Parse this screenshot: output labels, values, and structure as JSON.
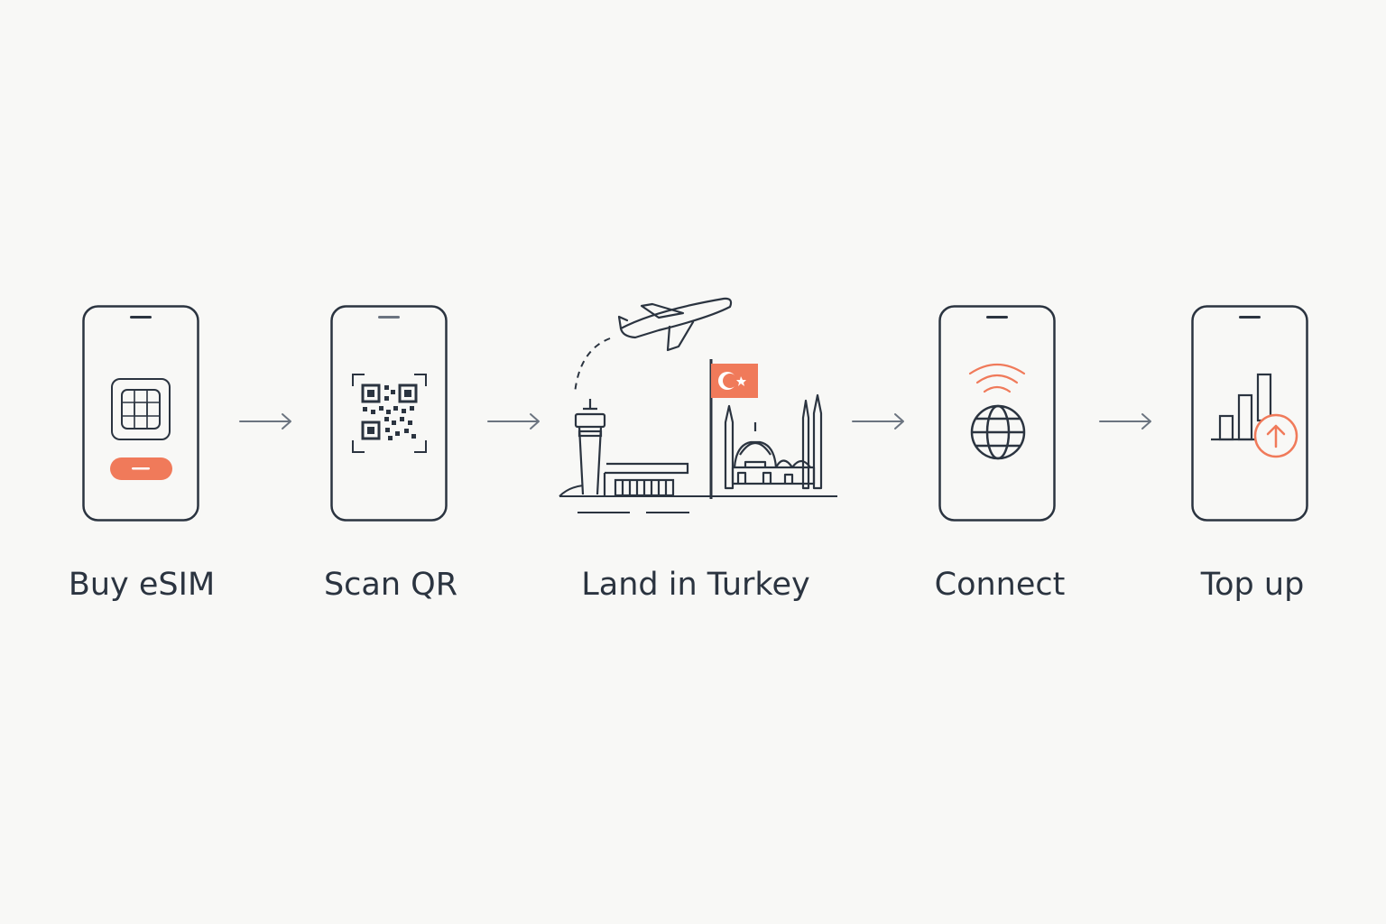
{
  "steps": [
    {
      "label": "Buy eSIM",
      "icon": "sim-card-icon"
    },
    {
      "label": "Scan QR",
      "icon": "qr-code-icon"
    },
    {
      "label": "Land in Turkey",
      "icon": "airport-landing-icon"
    },
    {
      "label": "Connect",
      "icon": "globe-wifi-icon"
    },
    {
      "label": "Top up",
      "icon": "bar-chart-upload-icon"
    }
  ],
  "colors": {
    "background": "#f8f8f6",
    "stroke": "#2b3440",
    "accent": "#f07a5a"
  }
}
